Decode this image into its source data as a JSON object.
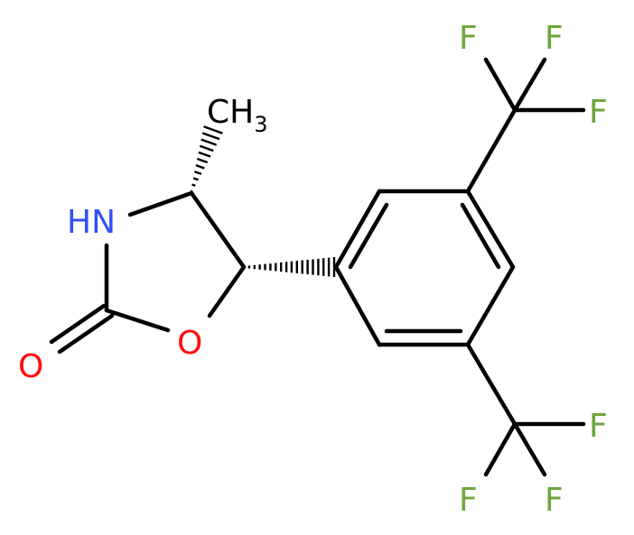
{
  "molecule": {
    "atoms": {
      "methyl": "CH",
      "methyl_subscript": "3",
      "nitrogen": "HN",
      "ring_oxygen": "O",
      "carbonyl_oxygen": "O",
      "fluorines": [
        "F",
        "F",
        "F",
        "F",
        "F",
        "F"
      ]
    },
    "colors": {
      "bond": "#000000",
      "carbon_label": "#000000",
      "nitrogen": "#3050f8",
      "oxygen": "#ff0d0d",
      "fluorine": "#6fa63b"
    }
  }
}
